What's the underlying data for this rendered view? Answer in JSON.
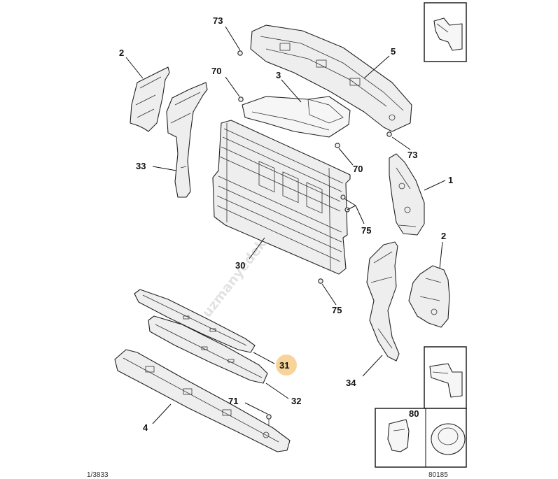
{
  "watermark": "uzmanyedekparca.com",
  "callouts": {
    "c73a": "73",
    "c5": "5",
    "c2a": "2",
    "c70a": "70",
    "c3": "3",
    "c33": "33",
    "c70b": "70",
    "c73b": "73",
    "c1": "1",
    "c75a": "75",
    "c2b": "2",
    "c30": "30",
    "c75b": "75",
    "c31": "31",
    "c34": "34",
    "c71": "71",
    "c32": "32",
    "c4": "4",
    "c80": "80"
  },
  "highlight_color": "#f7d49a",
  "footer_fragments": {
    "left": "1/3833",
    "right": "80185"
  }
}
